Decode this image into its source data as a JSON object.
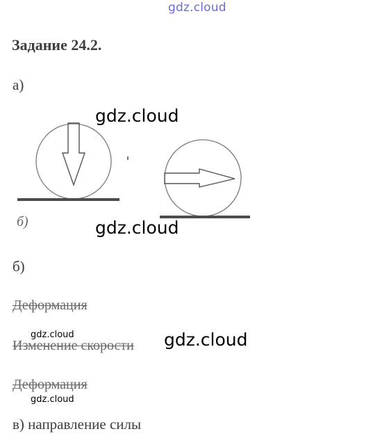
{
  "watermarks": {
    "top": "gdz.cloud",
    "figure_upper": "gdz.cloud",
    "figure_lower": "gdz.cloud",
    "answer_small_1": "gdz.cloud",
    "answer_big": "gdz.cloud",
    "answer_small_2": "gdz.cloud"
  },
  "task_title": "Задание 24.2.",
  "part_a_label": "а)",
  "figure": {
    "label": "б)",
    "ball_left_arrow": "arrow-down-icon",
    "ball_right_arrow": "arrow-right-icon"
  },
  "part_b_label": "б)",
  "answers": [
    "Деформация",
    "Изменение скорости",
    "Деформация"
  ],
  "part_c": "в) направление силы"
}
